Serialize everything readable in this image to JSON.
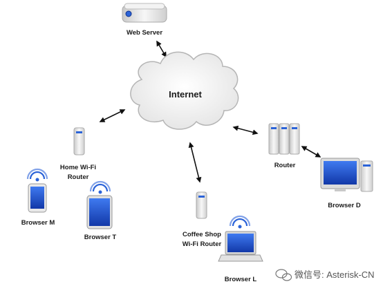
{
  "nodes": {
    "web_server": "Web Server",
    "internet": "Internet",
    "router": "Router",
    "browser_d": "Browser D",
    "home_wifi_line1": "Home Wi-Fi",
    "home_wifi_line2": "Router",
    "browser_m": "Browser M",
    "browser_t": "Browser T",
    "coffee_line1": "Coffee Shop",
    "coffee_line2": "Wi-Fi Router",
    "browser_l": "Browser L"
  },
  "watermark": {
    "text": "微信号: Asterisk-CN",
    "icon": "wechat-icon"
  },
  "colors": {
    "screen_blue": "#1d4fc4",
    "device_gray": "#e6e6e6",
    "wifi_blue": "#2b63d8",
    "arrow": "#111111"
  }
}
